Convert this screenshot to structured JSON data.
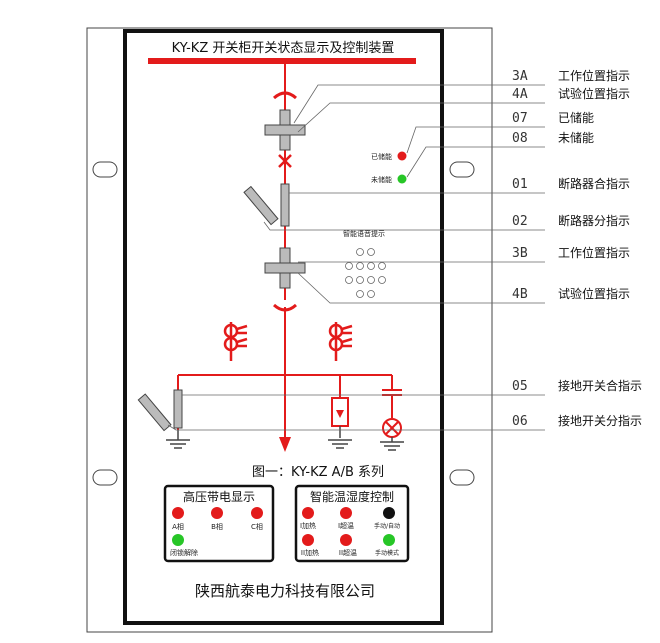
{
  "device_title": "KY-KZ 开关柜开关状态显示及控制装置",
  "speaker_label": "智能语音提示",
  "storage_indicators": {
    "stored_label": "已储能",
    "unstored_label": "未储能"
  },
  "figure_caption": "图一：KY-KZ A/B 系列",
  "hv_panel": {
    "title": "高压带电显示",
    "phase_a": "A相",
    "phase_b": "B相",
    "phase_c": "C相",
    "unlock": "闭锁解除"
  },
  "temp_panel": {
    "title": "智能温湿度控制",
    "heat1": "I加热",
    "over1": "I超温",
    "manual_auto": "手动/自动",
    "heat2": "II加热",
    "over2": "II超温",
    "manual_mode": "手动模式"
  },
  "company": "陕西航泰电力科技有限公司",
  "callouts": [
    {
      "code": "3A",
      "label": "工作位置指示"
    },
    {
      "code": "4A",
      "label": "试验位置指示"
    },
    {
      "code": "07",
      "label": "已储能"
    },
    {
      "code": "08",
      "label": "未储能"
    },
    {
      "code": "01",
      "label": "断路器合指示"
    },
    {
      "code": "02",
      "label": "断路器分指示"
    },
    {
      "code": "3B",
      "label": "工作位置指示"
    },
    {
      "code": "4B",
      "label": "试验位置指示"
    },
    {
      "code": "05",
      "label": "接地开关合指示"
    },
    {
      "code": "06",
      "label": "接地开关分指示"
    }
  ],
  "colors": {
    "red": "#e31b1b",
    "green": "#27c627",
    "panel": "#111111"
  }
}
